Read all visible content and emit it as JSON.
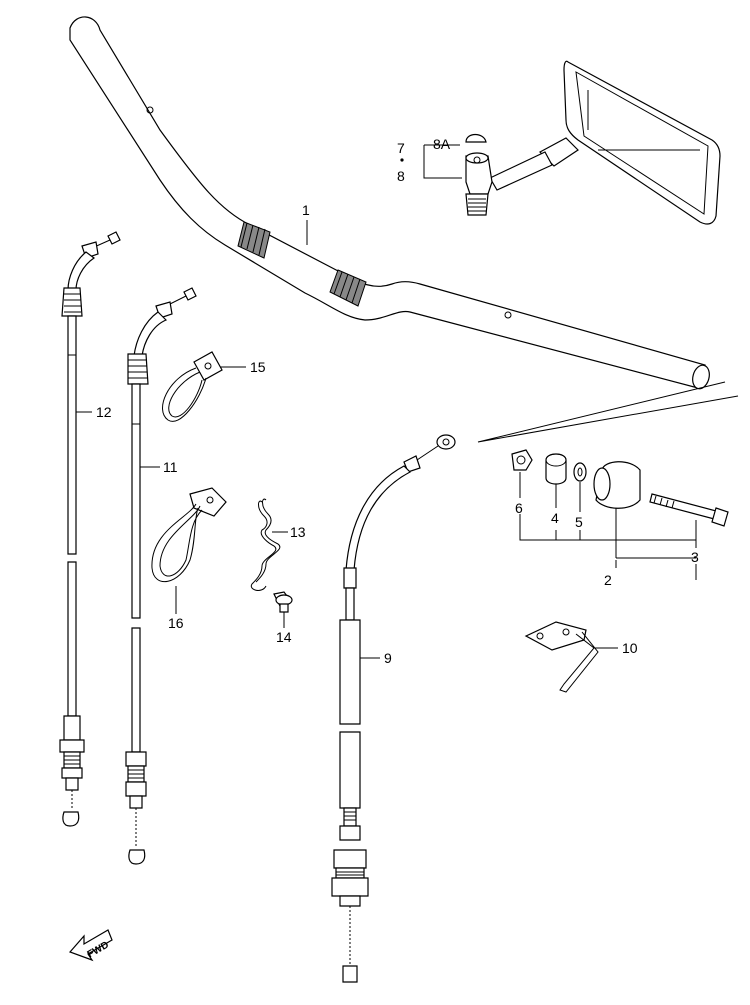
{
  "callouts": {
    "p1": "1",
    "p2": "2",
    "p3": "3",
    "p4": "4",
    "p5": "5",
    "p6": "6",
    "p7": "7",
    "p8": "8",
    "p8a": "8A",
    "p9": "9",
    "p10": "10",
    "p11": "11",
    "p12": "12",
    "p13": "13",
    "p14": "14",
    "p15": "15",
    "p16": "16"
  },
  "badge": {
    "fwd": "FWD"
  },
  "icons": [
    "fwd-arrow-icon"
  ]
}
